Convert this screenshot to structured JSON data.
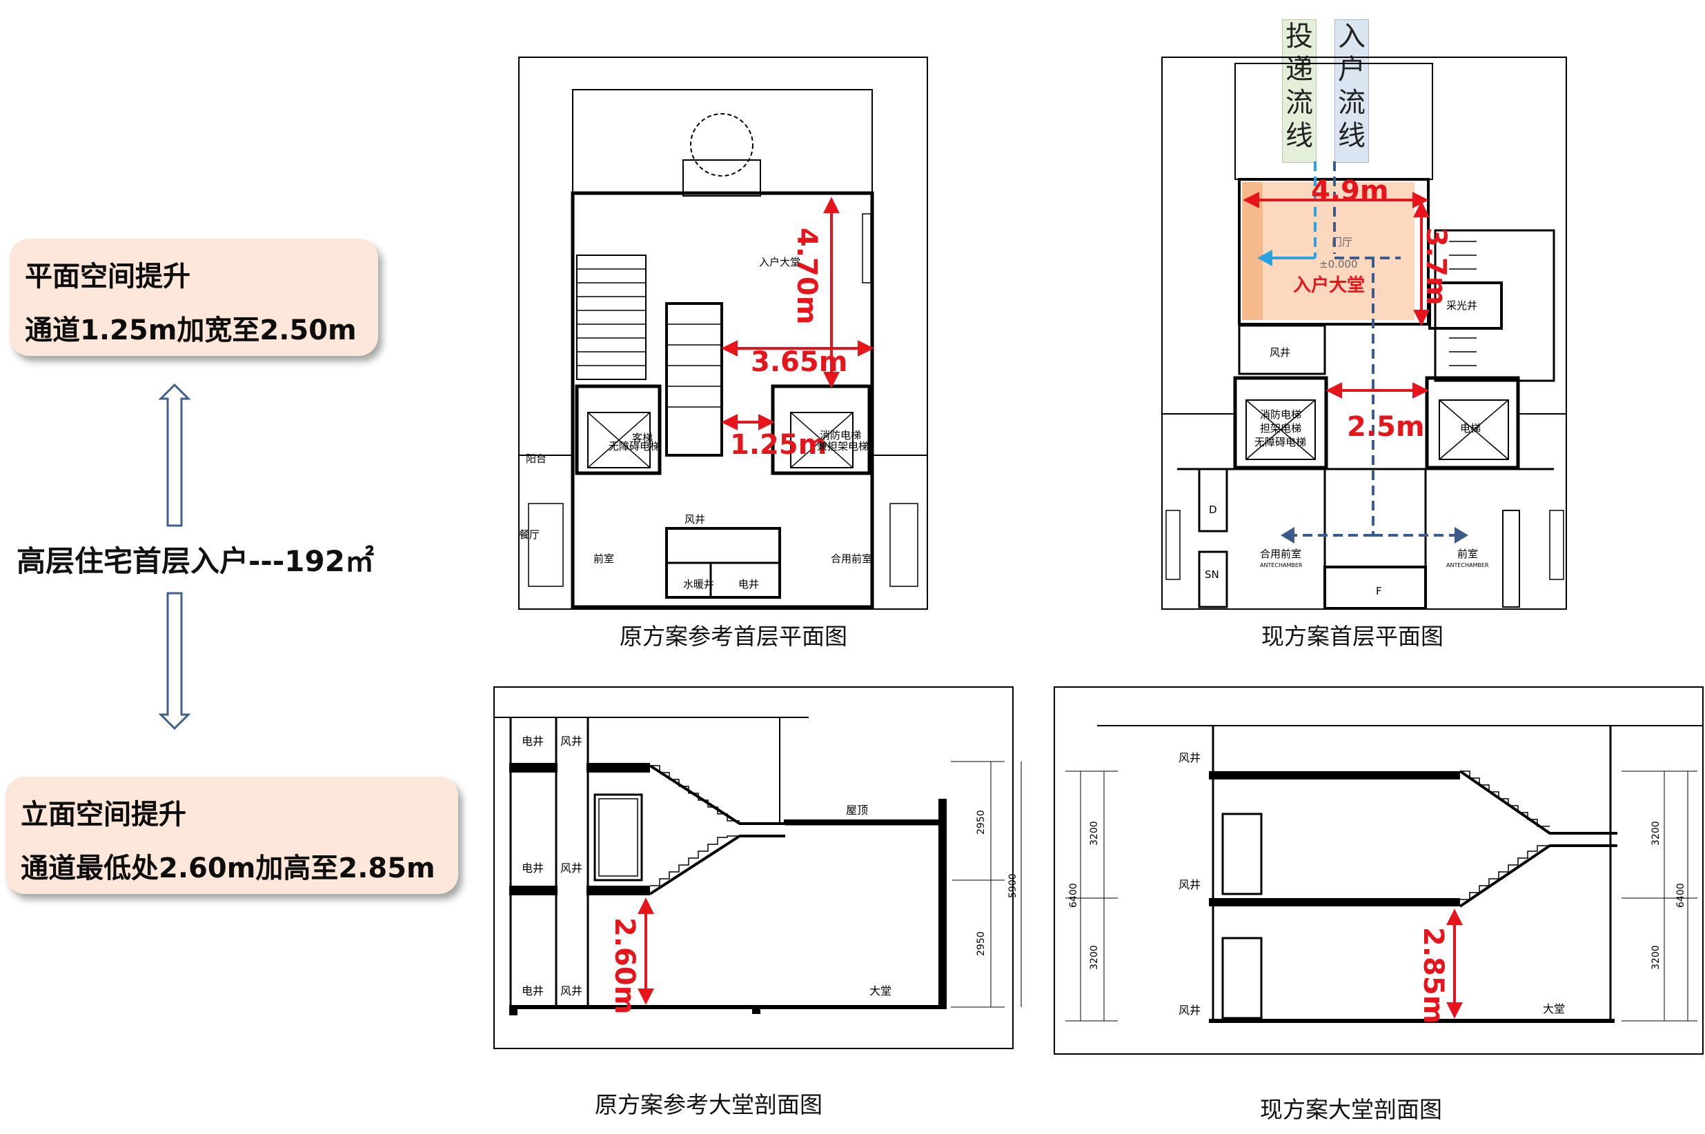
{
  "left": {
    "plan_box": {
      "title": "平面空间提升",
      "detail": "通道1.25m加宽至2.50m"
    },
    "center_title": "高层住宅首层入户---192㎡",
    "section_box": {
      "title": "立面空间提升",
      "detail": "通道最低处2.60m加高至2.85m"
    }
  },
  "plan_original": {
    "caption": "原方案参考首层平面图",
    "dims": {
      "h": "4.70m",
      "w": "3.65m",
      "corridor": "1.25m"
    },
    "rooms": {
      "lobby": "入户大堂",
      "elevator_left": "客梯",
      "elevator_left2": "无障碍电梯",
      "elevator_right": "消防电梯",
      "elevator_right2": "兼担架电梯",
      "balcony": "阳台",
      "hall": "餐厅",
      "front_left": "前室",
      "front_right": "合用前室",
      "shaft": "风井",
      "water": "水暖井",
      "elec": "电井"
    }
  },
  "plan_current": {
    "caption": "现方案首层平面图",
    "flows": {
      "delivery": "投递流线",
      "entry": "入户流线"
    },
    "dims": {
      "w": "4.9m",
      "h": "3.7m",
      "corridor": "2.5m"
    },
    "rooms": {
      "lobby": "入户大堂",
      "door_hall": "门厅",
      "elevation": "±0.000",
      "light_well": "采光井",
      "shaft": "风井",
      "fire_elev1": "消防电梯",
      "fire_elev2": "担架电梯",
      "fire_elev3": "无障碍电梯",
      "elevator": "电梯",
      "front_left": "合用前室",
      "front_left_en": "ANTECHAMBER",
      "front_right": "前室",
      "front_right_en": "ANTECHAMBER",
      "d": "D",
      "sn": "SN",
      "f": "F"
    }
  },
  "section_original": {
    "caption": "原方案参考大堂剖面图",
    "dim": "2.60m",
    "labels": {
      "elec": "电井",
      "shaft": "风井",
      "roof": "屋顶",
      "lobby": "大堂",
      "d1": "2950",
      "d2": "2950",
      "total": "5900"
    }
  },
  "section_current": {
    "caption": "现方案大堂剖面图",
    "dim": "2.85m",
    "labels": {
      "shaft": "风井",
      "lobby": "大堂",
      "d1": "3200",
      "d2": "3200",
      "total": "6400"
    }
  },
  "colors": {
    "callout_bg": "#fce7da",
    "red": "#e8141b",
    "lobby_fill": "#fcd9be",
    "delivery_flow": "#2aa1e0",
    "entry_flow": "#3b5b8c",
    "arrow_outline": "#3f5f8c"
  }
}
